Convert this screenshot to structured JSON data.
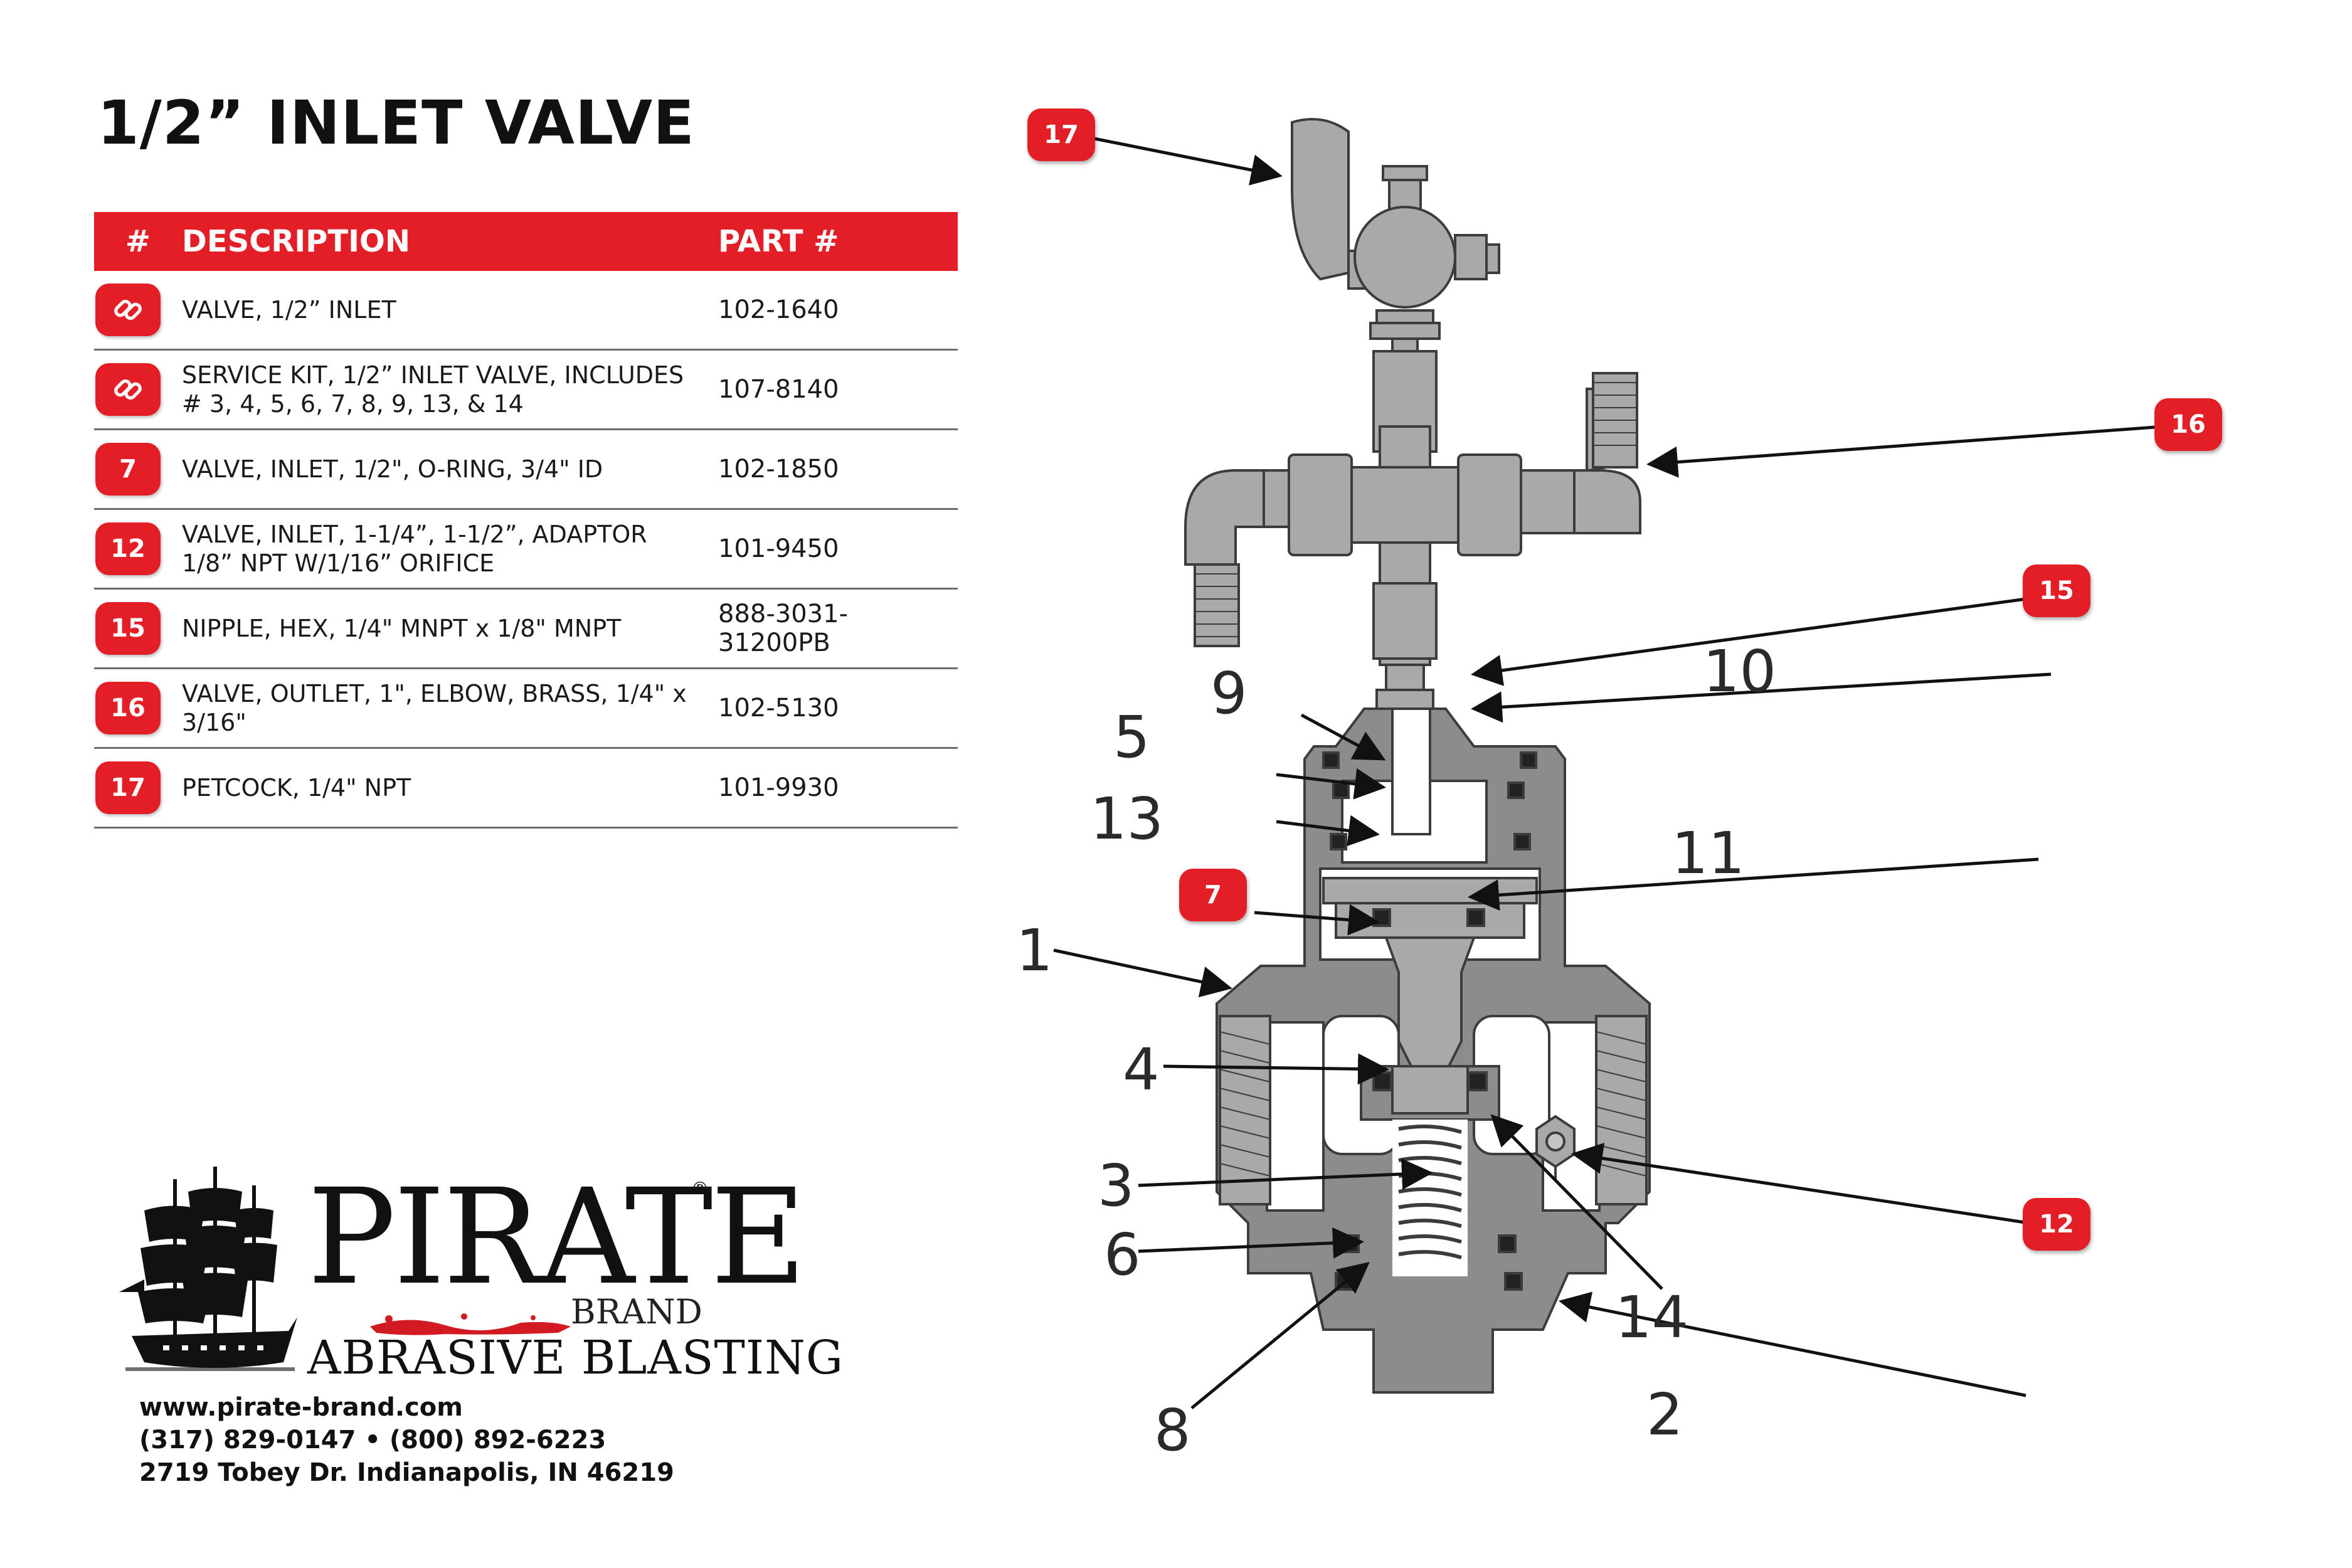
{
  "title": "1/2” INLET VALVE",
  "table": {
    "headers": {
      "num": "#",
      "description": "DESCRIPTION",
      "part": "PART #"
    },
    "rows": [
      {
        "num": "",
        "icon": "link-icon",
        "description": "VALVE, 1/2” INLET",
        "part": "102-1640"
      },
      {
        "num": "",
        "icon": "link-icon",
        "description": "SERVICE KIT, 1/2” INLET VALVE, INCLUDES # 3, 4, 5, 6, 7, 8, 9, 13, & 14",
        "part": "107-8140"
      },
      {
        "num": "7",
        "description": "VALVE, INLET, 1/2\", O-RING, 3/4\" ID",
        "part": "102-1850"
      },
      {
        "num": "12",
        "description": "VALVE, INLET, 1-1/4”, 1-1/2”, ADAPTOR 1/8” NPT W/1/16” ORIFICE",
        "part": "101-9450"
      },
      {
        "num": "15",
        "description": "NIPPLE, HEX, 1/4\" MNPT x 1/8\" MNPT",
        "part": "888-3031-31200PB"
      },
      {
        "num": "16",
        "description": "VALVE, OUTLET, 1\", ELBOW, BRASS, 1/4\" x 3/16\"",
        "part": "102-5130"
      },
      {
        "num": "17",
        "description": "PETCOCK, 1/4\" NPT",
        "part": "101-9930"
      }
    ]
  },
  "logo": {
    "name": "PIRATE",
    "registered": "®",
    "brand": "BRAND",
    "tagline": "ABRASIVE BLASTING"
  },
  "contact": {
    "website": "www.pirate-brand.com",
    "phones": "(317) 829-0147 • (800) 892-6223",
    "address": "2719 Tobey Dr. Indianapolis, IN 46219"
  },
  "diagram": {
    "callouts": [
      "17",
      "16",
      "15",
      "7",
      "12"
    ],
    "labels": [
      "9",
      "10",
      "5",
      "13",
      "11",
      "1",
      "4",
      "3",
      "6",
      "14",
      "8",
      "2"
    ]
  },
  "colors": {
    "accent": "#e31e26",
    "part_gray": "#a9a9a9",
    "body_gray": "#8c8c8c"
  }
}
